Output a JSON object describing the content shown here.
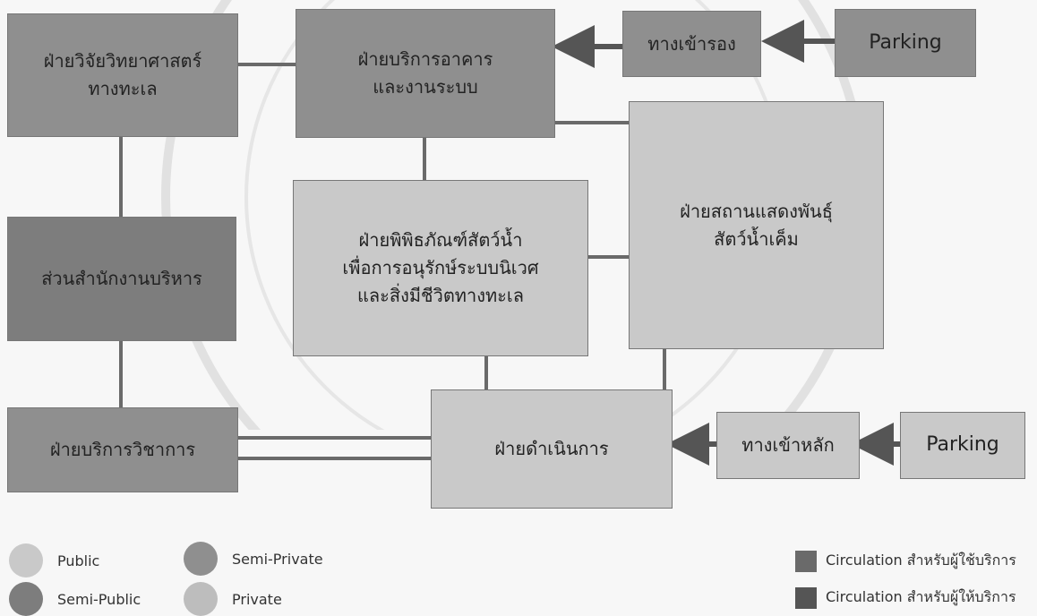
{
  "colors": {
    "public": "#c9c9c9",
    "semi_public": "#7d7d7d",
    "semi_private": "#8f8f8f",
    "private": "#bdbdbd",
    "circulation_user": "#6a6a6a",
    "circulation_staff": "#555555",
    "line": "#6a6a6a"
  },
  "boxes": {
    "research": {
      "label": "ฝ่ายวิจัยวิทยาศาสตร์\nทางทะเล",
      "zone": "semi_private"
    },
    "building_services": {
      "label": "ฝ่ายบริการอาคาร\nและงานระบบ",
      "zone": "semi_private"
    },
    "secondary_entrance": {
      "label": "ทางเข้ารอง",
      "zone": "semi_private"
    },
    "parking_top": {
      "label": "Parking",
      "zone": "semi_private"
    },
    "admin_office": {
      "label": "ส่วนสำนักงานบริหาร",
      "zone": "semi_public"
    },
    "museum": {
      "label": "ฝ่ายพิพิธภัณฑ์สัตว์น้ำ\nเพื่อการอนุรักษ์ระบบนิเวศ\nและสิ่งมีชีวิตทางทะเล",
      "zone": "public"
    },
    "marine_exhibit": {
      "label": "ฝ่ายสถานแสดงพันธุ์\nสัตว์น้ำเค็ม",
      "zone": "public"
    },
    "academic_services": {
      "label": "ฝ่ายบริการวิชาการ",
      "zone": "semi_private"
    },
    "operations": {
      "label": "ฝ่ายดำเนินการ",
      "zone": "public"
    },
    "main_entrance": {
      "label": "ทางเข้าหลัก",
      "zone": "public"
    },
    "parking_bottom": {
      "label": "Parking",
      "zone": "public"
    }
  },
  "legend": {
    "zones": [
      {
        "label": "Public",
        "key": "public"
      },
      {
        "label": "Semi-Public",
        "key": "semi_public"
      },
      {
        "label": "Semi-Private",
        "key": "semi_private"
      },
      {
        "label": "Private",
        "key": "private"
      }
    ],
    "circulation": [
      {
        "label": "Circulation สำหรับผู้ใช้บริการ",
        "key": "circulation_user"
      },
      {
        "label": "Circulation สำหรับผู้ให้บริการ",
        "key": "circulation_staff"
      }
    ]
  }
}
